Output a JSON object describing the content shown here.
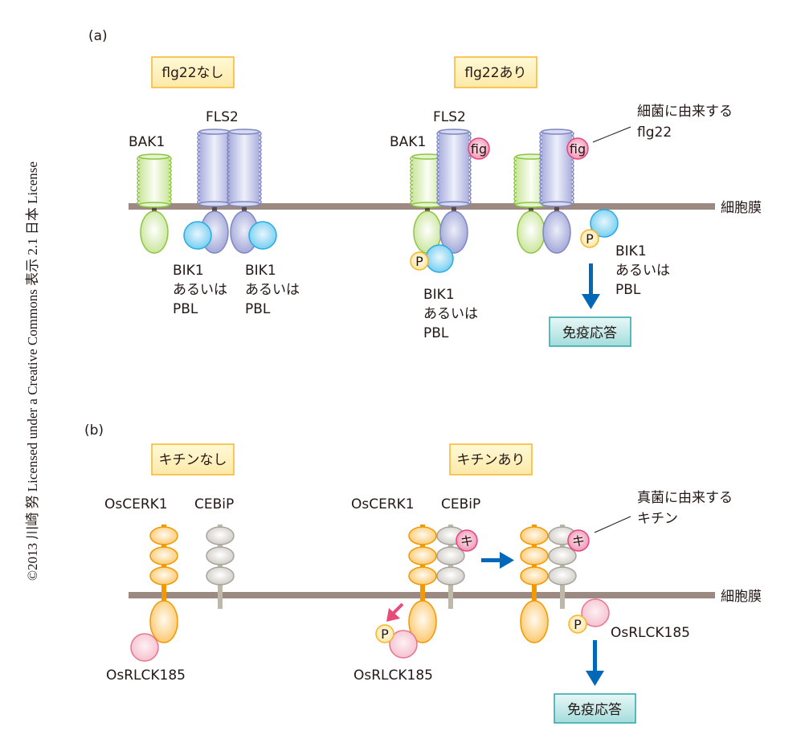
{
  "credit": "©2013 川崎 努 Licensed under a Creative Commons 表示 2.1 日本 License",
  "membrane_label": "細胞膜",
  "panel_a": {
    "label": "(a)",
    "condition_without": "flg22なし",
    "condition_with": "flg22あり",
    "bak1": "BAK1",
    "fls2": "FLS2",
    "ligand": "fig",
    "ligand_source_line1": "細菌に由来する",
    "ligand_source_line2": "flg22",
    "kinase_line1": "BIK1",
    "kinase_line2": "あるいは",
    "kinase_line3": "PBL",
    "phospho": "P",
    "response": "免疫応答"
  },
  "panel_b": {
    "label": "(b)",
    "condition_without": "キチンなし",
    "condition_with": "キチンあり",
    "oscerk1": "OsCERK1",
    "cebip": "CEBiP",
    "ligand": "キ",
    "ligand_source_line1": "真菌に由来する",
    "ligand_source_line2": "キチン",
    "kinase": "OsRLCK185",
    "phospho": "P",
    "response": "免疫応答"
  },
  "colors": {
    "membrane": "#9c8a82",
    "bak1": "#8cc63f",
    "fls2": "#7e86c4",
    "bik1": "#29abe2",
    "ligand": "#e5467e",
    "phospho": "#f7b52c",
    "oscerk1": "#f39800",
    "cebip": "#a8a49c",
    "osrlck": "#e8758f",
    "arrow_blue": "#0068b7",
    "arrow_pink": "#e84b78",
    "condition_box": "#f7b52c",
    "response_box": "#2aa6a6"
  }
}
